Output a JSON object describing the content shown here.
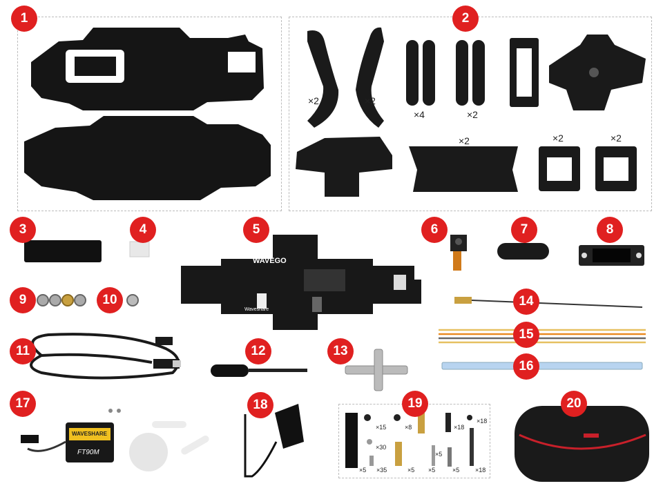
{
  "badges": [
    "1",
    "2",
    "3",
    "4",
    "5",
    "6",
    "7",
    "8",
    "9",
    "10",
    "11",
    "12",
    "13",
    "14",
    "15",
    "16",
    "17",
    "18",
    "19",
    "20"
  ],
  "quantities": {
    "leg_left": "×2",
    "leg_right": "×2",
    "link_a": "×4",
    "link_b": "×2",
    "body_brace": "×2",
    "servo_frame_a": "×2",
    "servo_frame_b": "×2"
  },
  "board": {
    "brand": "WAVEGO",
    "maker": "Waveshare"
  },
  "servo": {
    "brand": "WAVESHARE",
    "model": "FT90M"
  },
  "screws": [
    "×15",
    "×8",
    "×18",
    "×18",
    "×30",
    "×5",
    "×5",
    "×35",
    "×5",
    "×5",
    "×5",
    "×18"
  ],
  "colors": {
    "badge": "#e02020",
    "plastic": "#1b1b1b",
    "bag_zipper": "#c8202a"
  }
}
